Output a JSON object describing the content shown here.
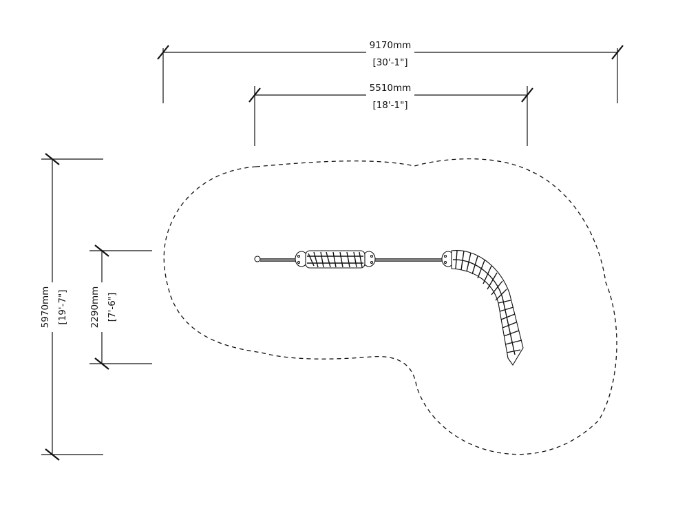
{
  "dimensions": {
    "overall_width": {
      "metric": "9170mm",
      "imperial": "[30'-1\"]"
    },
    "equipment_width": {
      "metric": "5510mm",
      "imperial": "[18'-1\"]"
    },
    "overall_depth": {
      "metric": "5970mm",
      "imperial": "[19'-7\"]"
    },
    "equipment_depth": {
      "metric": "2290mm",
      "imperial": "[7'-6\"]"
    }
  },
  "colors": {
    "line": "#111111",
    "background": "#ffffff"
  }
}
